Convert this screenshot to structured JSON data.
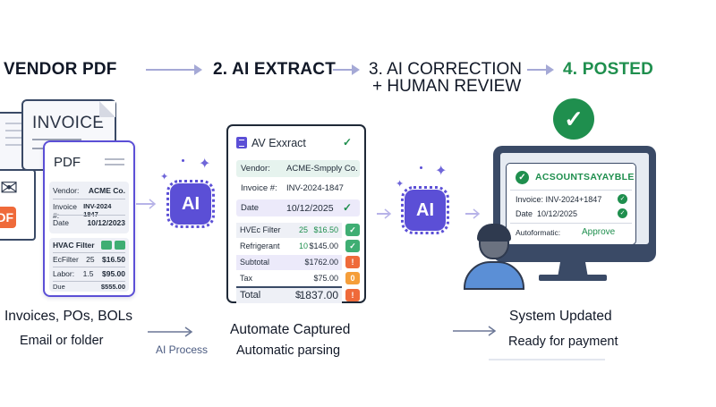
{
  "steps": {
    "step1": "VENDOR PDF",
    "step2": "2. AI EXTRACT",
    "step3_line1": "3. AI CORRECTION",
    "step3_line2": "+ HUMAN REVIEW",
    "step4": "4. POSTED"
  },
  "colors": {
    "accent_purple": "#5b4fd6",
    "success_green": "#1f8f4e",
    "warning_orange": "#ef6a3a",
    "dark_navy": "#3a4a66"
  },
  "vendor_pdf": {
    "back_doc_label": "INVOICE",
    "badge": "DF",
    "card_title": "PDF",
    "fields": [
      {
        "label": "Vendor:",
        "value": "ACME Co."
      },
      {
        "label": "Invoice #:",
        "value": "INV-2024 1847"
      },
      {
        "label": "Date",
        "value": "10/12/2023"
      }
    ],
    "items_header": "HVAC Filter",
    "items": [
      {
        "name": "EcFilter",
        "qty": "25",
        "amount": "$16.50"
      },
      {
        "name": "Labor:",
        "qty": "1.5",
        "amount": "$95.00"
      },
      {
        "name": "Due",
        "qty": "",
        "amount": "$555.00"
      }
    ]
  },
  "extract_card": {
    "title": "AV Exxract",
    "fields": [
      {
        "label": "Vendor:",
        "value": "ACME-Smpply Co."
      },
      {
        "label": "Invoice #:",
        "value": "INV-2024-1847"
      },
      {
        "label": "Date",
        "value": "10/12/2025"
      }
    ],
    "lines": [
      {
        "name": "HVEc Filter",
        "qty": "25",
        "amount": "$16.50",
        "flag": "check"
      },
      {
        "name": "Refrigerant",
        "qty": "10",
        "amount": "$145.00",
        "flag": "check"
      },
      {
        "name": "Subtotal",
        "qty": "",
        "amount": "$1762.00",
        "flag": "!"
      },
      {
        "name": "Tax",
        "qty": "",
        "amount": "$75.00",
        "flag": "0"
      },
      {
        "name": "Total",
        "qty": "$",
        "amount": "1837.00",
        "flag": "!"
      }
    ]
  },
  "ai_chip_label": "AI",
  "posted_panel": {
    "title": "ACSOUNTSAYAYBLE",
    "invoice": "Invoice: INV-2024+1847",
    "date_label": "Date",
    "date_value": "10/12/2025",
    "auto_label": "Autoformatic:",
    "auto_value": "Approve"
  },
  "captions": {
    "col1_main": "Invoices, POs, BOLs",
    "col1_sub": "Email or folder",
    "arrow_label": "AI Process",
    "col2_main": "Automate Captured",
    "col2_sub": "Automatic parsing",
    "col4_main": "System Updated",
    "col4_sub": "Ready for payment"
  },
  "icons": {
    "check": "✓",
    "sparkle": "✦",
    "mail": "✉"
  }
}
